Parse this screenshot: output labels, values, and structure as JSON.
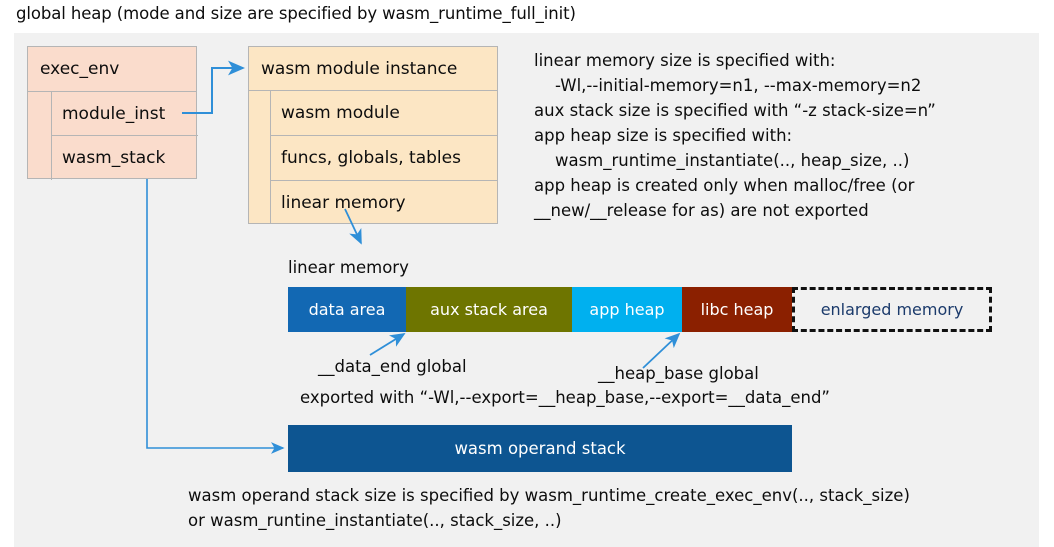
{
  "title": "global heap (mode and size are specified by wasm_runtime_full_init)",
  "colors": {
    "canvas_bg": "#f1f1f1",
    "exec_box": "#fadccc",
    "instance_box": "#fce6c4",
    "box_border": "#b5b5b5",
    "connector": "#2f8fd8",
    "data_area": "#1268b3",
    "aux_stack_area": "#6e7500",
    "app_heap": "#00b0ef",
    "libc_heap": "#8b2000",
    "enlarged_memory_text": "#1b3a6b",
    "operand_stack": "#0d5591",
    "text": "#0d0d0d"
  },
  "exec_env": {
    "header": "exec_env",
    "rows": [
      {
        "label": "module_inst"
      },
      {
        "label": "wasm_stack"
      }
    ]
  },
  "module_instance": {
    "header": "wasm module instance",
    "rows": [
      {
        "label": "wasm module"
      },
      {
        "label": "funcs, globals, tables"
      },
      {
        "label": "linear memory"
      }
    ]
  },
  "notes": {
    "right_block": "linear memory size is specified with:\n    -Wl,--initial-memory=n1, --max-memory=n2\naux stack size is specified with “-z stack-size=n”\napp heap size is specified with:\n    wasm_runtime_instantiate(.., heap_size, ..)\napp heap is created only when malloc/free (or\n__new/__release for as) are not exported",
    "data_end": "__data_end global",
    "heap_base": "__heap_base global",
    "exported_with": "exported with “-Wl,--export=__heap_base,--export=__data_end”",
    "bottom_block": "wasm operand stack size is specified by wasm_runtime_create_exec_env(.., stack_size)\nor wasm_runtine_instantiate(.., stack_size, ..)"
  },
  "linear_memory": {
    "caption": "linear memory",
    "segments": [
      {
        "label": "data area"
      },
      {
        "label": "aux stack area"
      },
      {
        "label": "app heap"
      },
      {
        "label": "libc heap"
      },
      {
        "label": "enlarged memory"
      }
    ]
  },
  "operand_stack": {
    "label": "wasm operand stack"
  }
}
